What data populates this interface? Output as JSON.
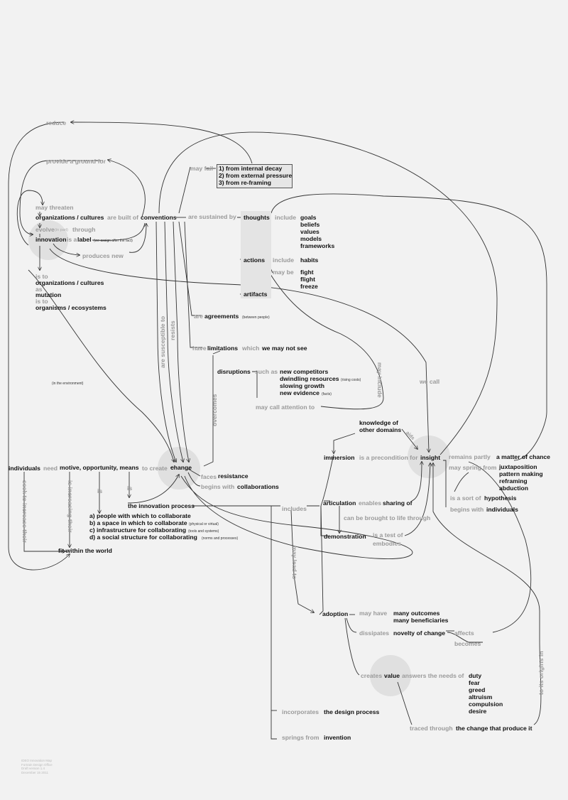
{
  "diagram": {
    "nodes": {
      "reduce": "reduce",
      "provide_ground": "provide a ground for",
      "may_threaten": "may threaten",
      "org_cultures": "organizations / cultures",
      "are_built_of": "are built of",
      "conventions": "conventions",
      "evolve": "evolve",
      "in_part": "(in part)",
      "through": "through",
      "innovation": "innovation",
      "is_a": "is a",
      "label": "label",
      "label_note": "(we assign after the fact)",
      "produces_new": "produces new",
      "is_to_1": "is to",
      "org_cultures_2": "organizations / cultures",
      "as": "as",
      "mutation": "mutation",
      "is_to_2": "is to",
      "organisms": "organisms / ecosystems",
      "may_fail": "may fail",
      "fail_1": "1) from internal decay",
      "fail_2": "2) from external pressure",
      "fail_3": "3) from re-framing",
      "are_sustained_by": "are sustained by",
      "thoughts": "thoughts",
      "include_1": "include",
      "goals": "goals",
      "beliefs": "beliefs",
      "values": "values",
      "models": "models",
      "frameworks": "frameworks",
      "actions": "actions",
      "include_2": "include",
      "habits": "habits",
      "may_be": "may be",
      "fight": "fight",
      "flight": "flight",
      "freeze": "freeze",
      "artifacts": "artifacts",
      "are": "are",
      "agreements": "agreements",
      "agreements_note": "(between people)",
      "have": "have",
      "limitations": "limitations",
      "which": "which",
      "we_may_not_see": "we may not see",
      "disruptions": "disruptions",
      "such_as": "such as",
      "new_competitors": "new competitors",
      "dwindling": "dwindling resources",
      "rising_costs": "(rising costs)",
      "slowing": "slowing growth",
      "new_evidence": "new evidence",
      "facts": "(facts)",
      "may_call": "may call attention to",
      "in_env": "(in the environment)",
      "may_include": "may include",
      "we_call": "we call",
      "knowledge_1": "knowledge of",
      "knowledge_2": "other domains",
      "aids": "aids",
      "immersion": "immersion",
      "is_precondition": "is a precondition for",
      "insight": "insight",
      "remains_partly": "remains partly",
      "matter_of_chance": "a matter of chance",
      "may_spring": "may spring from",
      "juxtaposition": "juxtaposition",
      "pattern_making": "pattern making",
      "reframing": "reframing",
      "abduction": "abduction",
      "is_a_sort_of": "is a sort of",
      "hypothesis": "hypothesis",
      "begins_with_1": "begins with",
      "individuals_2": "individuals",
      "individuals": "individuals",
      "need": "need",
      "motive": "motive, opportunity, means",
      "to_create": "to create",
      "change": "change",
      "faces": "faces",
      "resistance": "resistance",
      "begins_with_2": "begins with",
      "collaborations": "collaborations",
      "is_1": "is",
      "is_2": "is",
      "innovation_process": "the innovation process",
      "opt_a": "a) people with which to collaborate",
      "opt_b": "b) a space in which to collaborate",
      "opt_b_note": "(physical or virtual)",
      "opt_c": "c) infrastructure for collaborating",
      "opt_c_note": "(tools and systems)",
      "opt_d": "d) a social structure for collaborating",
      "opt_d_note": "(norms and processes)",
      "fit_within": "fit within the world",
      "seek_to_increase": "seek to increase their",
      "is_increasing": "is increasing their",
      "are_susceptible": "are susceptible to",
      "resists": "resists",
      "overcomes": "overcomes",
      "includes": "includes",
      "articulation": "articulation",
      "enables": "enables",
      "sharing_of": "sharing of",
      "brought_to_life": "can be brought to life through",
      "demonstration": "demonstration",
      "is_test_of": "is a test of",
      "embodies": "embodies",
      "may_lead_to": "may lead to",
      "adoption": "adoption",
      "may_have": "may have",
      "many_outcomes": "many outcomes",
      "many_beneficiaries": "many beneficiaries",
      "dissipates": "dissipates",
      "novelty": "novelty of change",
      "affects": "affects",
      "becomes": "becomes",
      "creates": "creates",
      "value": "value",
      "answers_needs": "answers the needs of",
      "duty": "duty",
      "fear": "fear",
      "greed": "greed",
      "altruism": "altruism",
      "compulsion": "compulsion",
      "desire": "desire",
      "traced_through": "traced through",
      "change_produce": "the change that produce it",
      "to_its_origins": "to its origins in",
      "incorporates": "incorporates",
      "design_process": "the design process",
      "springs_from": "springs from",
      "invention": "invention"
    },
    "footer": [
      "IDEO Innovation Map",
      "Fortrain Design Office",
      "Draft version 1.4",
      "December 15 2011"
    ],
    "colors": {
      "background": "#f2f2f2",
      "ink": "#111111",
      "relation": "#9a9a9a",
      "highlight": "#e0e0e0"
    }
  }
}
